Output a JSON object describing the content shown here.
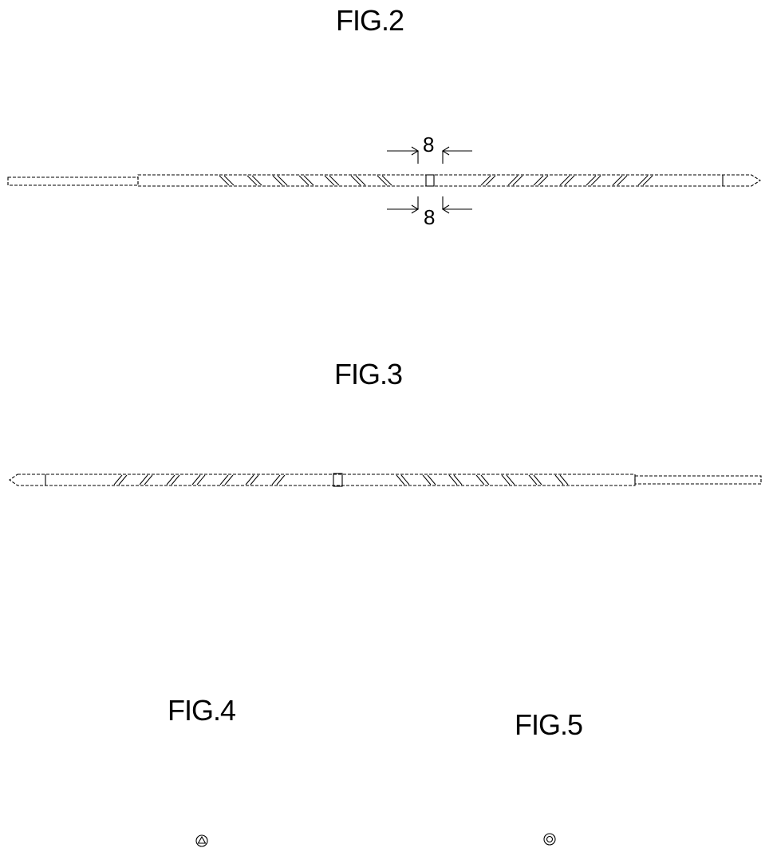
{
  "figures": {
    "fig2": {
      "title": "FIG.2",
      "section_label_top": "8",
      "section_label_bottom": "8"
    },
    "fig3": {
      "title": "FIG.3"
    },
    "fig4": {
      "title": "FIG.4"
    },
    "fig5": {
      "title": "FIG.5"
    }
  }
}
